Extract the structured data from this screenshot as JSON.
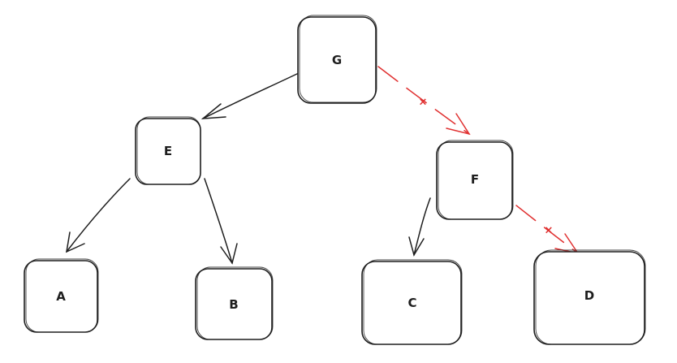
{
  "nodes": {
    "G": {
      "label": "G"
    },
    "E": {
      "label": "E"
    },
    "F": {
      "label": "F"
    },
    "A": {
      "label": "A"
    },
    "B": {
      "label": "B"
    },
    "C": {
      "label": "C"
    },
    "D": {
      "label": "D"
    }
  },
  "edges": [
    {
      "from": "G",
      "to": "E",
      "style": "solid",
      "color": "#1e1e1e"
    },
    {
      "from": "G",
      "to": "F",
      "style": "dashed",
      "color": "#e03131",
      "mark": "×"
    },
    {
      "from": "E",
      "to": "A",
      "style": "solid",
      "color": "#1e1e1e"
    },
    {
      "from": "E",
      "to": "B",
      "style": "solid",
      "color": "#1e1e1e"
    },
    {
      "from": "F",
      "to": "C",
      "style": "solid",
      "color": "#1e1e1e"
    },
    {
      "from": "F",
      "to": "D",
      "style": "dashed",
      "color": "#e03131",
      "mark": "×"
    }
  ],
  "colors": {
    "stroke": "#1e1e1e",
    "highlight": "#e03131",
    "background": "#ffffff"
  }
}
